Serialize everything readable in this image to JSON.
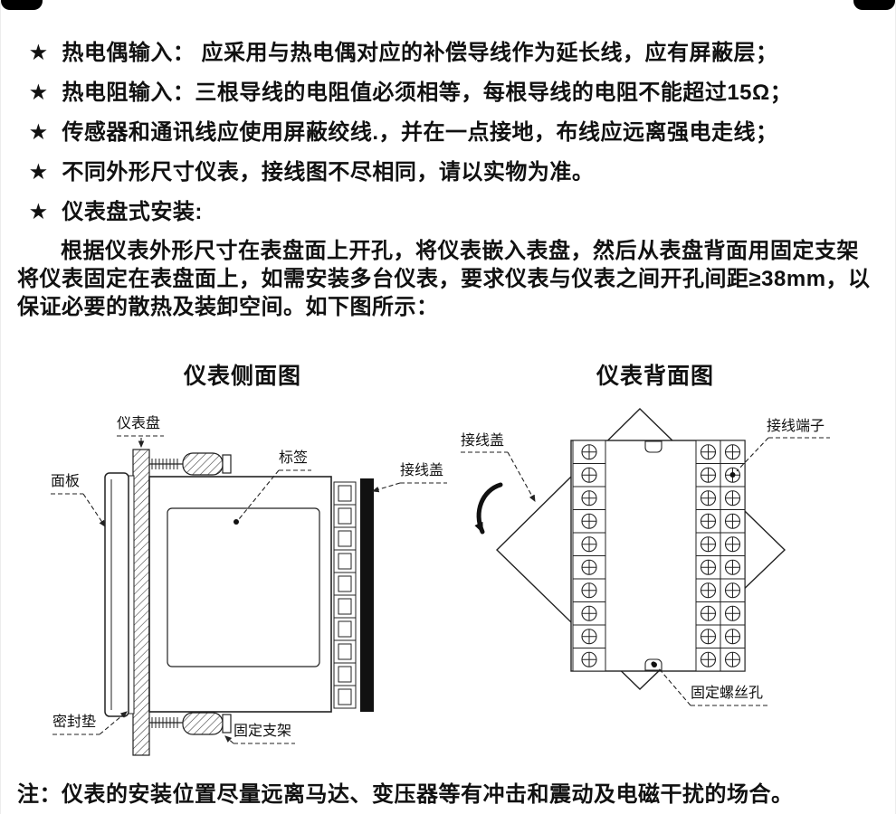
{
  "colors": {
    "ink": "#111111",
    "black": "#000000"
  },
  "bullet_marker": "★",
  "bullets": [
    "热电偶输入： 应采用与热电偶对应的补偿导线作为延长线，应有屏蔽层；",
    "热电阻输入：三根导线的电阻值必须相等，每根导线的电阻不能超过15Ω；",
    "传感器和通讯线应使用屏蔽绞线.，并在一点接地，布线应远离强电走线；",
    "不同外形尺寸仪表，接线图不尽相同，请以实物为准。",
    "仪表盘式安装:"
  ],
  "paragraph": "根据仪表外形尺寸在表盘面上开孔，将仪表嵌入表盘，然后从表盘背面用固定支架将仪表固定在表盘面上，如需安装多台仪表，要求仪表与仪表之间开孔间距≥38mm，以保证必要的散热及装卸空间。如下图所示：",
  "figures": {
    "side": {
      "title": "仪表侧面图",
      "labels": {
        "panel_board": "仪表盘",
        "front_panel": "面板",
        "tag": "标签",
        "terminal_cover": "接线盖",
        "gasket": "密封垫",
        "bracket": "固定支架"
      }
    },
    "back": {
      "title": "仪表背面图",
      "labels": {
        "terminal_cover": "接线盖",
        "terminal_block": "接线端子",
        "screw_hole": "固定螺丝孔"
      }
    }
  },
  "note": "注：仪表的安装位置尽量远离马达、变压器等有冲击和震动及电磁干扰的场合。"
}
